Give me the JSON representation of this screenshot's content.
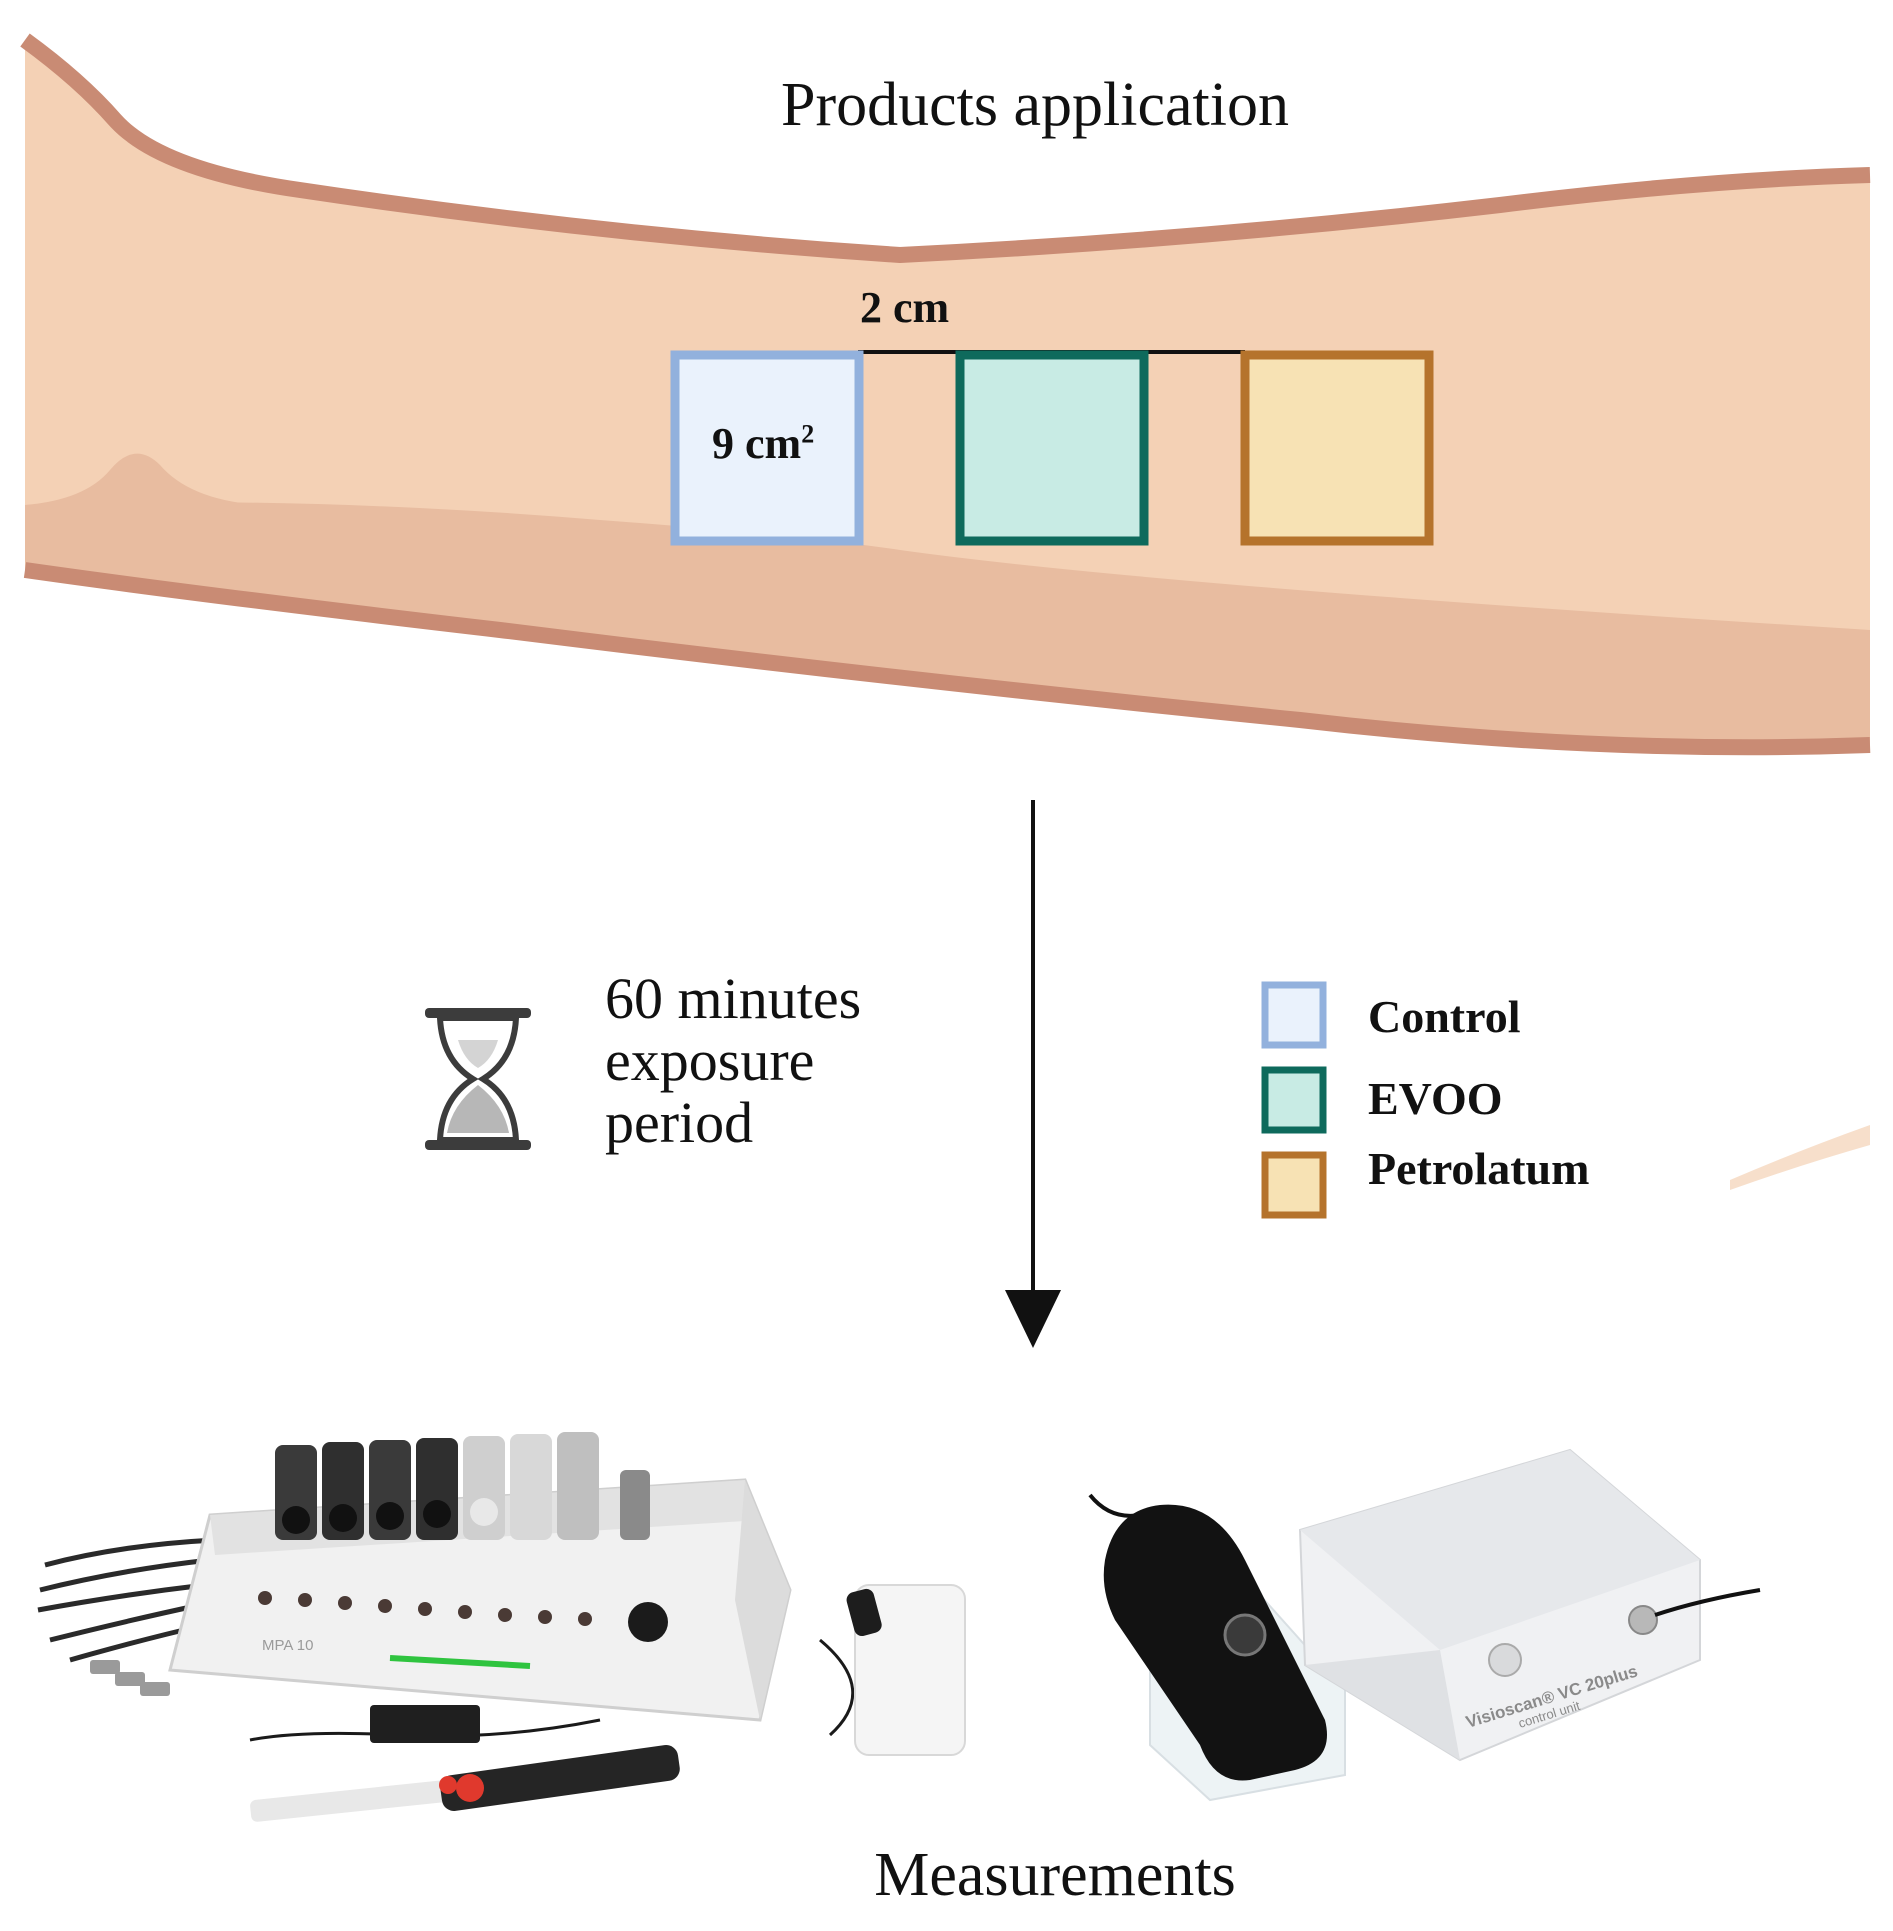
{
  "titles": {
    "top": "Products application",
    "bottom": "Measurements"
  },
  "arm": {
    "spacing_label": "2 cm",
    "area_label_main": "9 cm",
    "area_label_sup": "2"
  },
  "exposure": {
    "line1": "60 minutes",
    "line2": "exposure",
    "line3": "period",
    "icon": "hourglass-icon"
  },
  "legend": [
    {
      "label": "Control",
      "fill": "#eaf2fc",
      "stroke": "#92b1dd"
    },
    {
      "label": "EVOO",
      "fill": "#c8ebe4",
      "stroke": "#0e6a5c"
    },
    {
      "label": "Petrolatum",
      "fill": "#f7e2b4",
      "stroke": "#b5732c"
    }
  ],
  "devices": {
    "left_device_label": "MPA 10",
    "right_device_label": "Visioscan® VC 20plus",
    "right_device_sublabel": "control unit"
  },
  "colors": {
    "skin": "#f4d1b5",
    "skin_shadow": "#e8bca0",
    "skin_edge": "#c98b74"
  }
}
